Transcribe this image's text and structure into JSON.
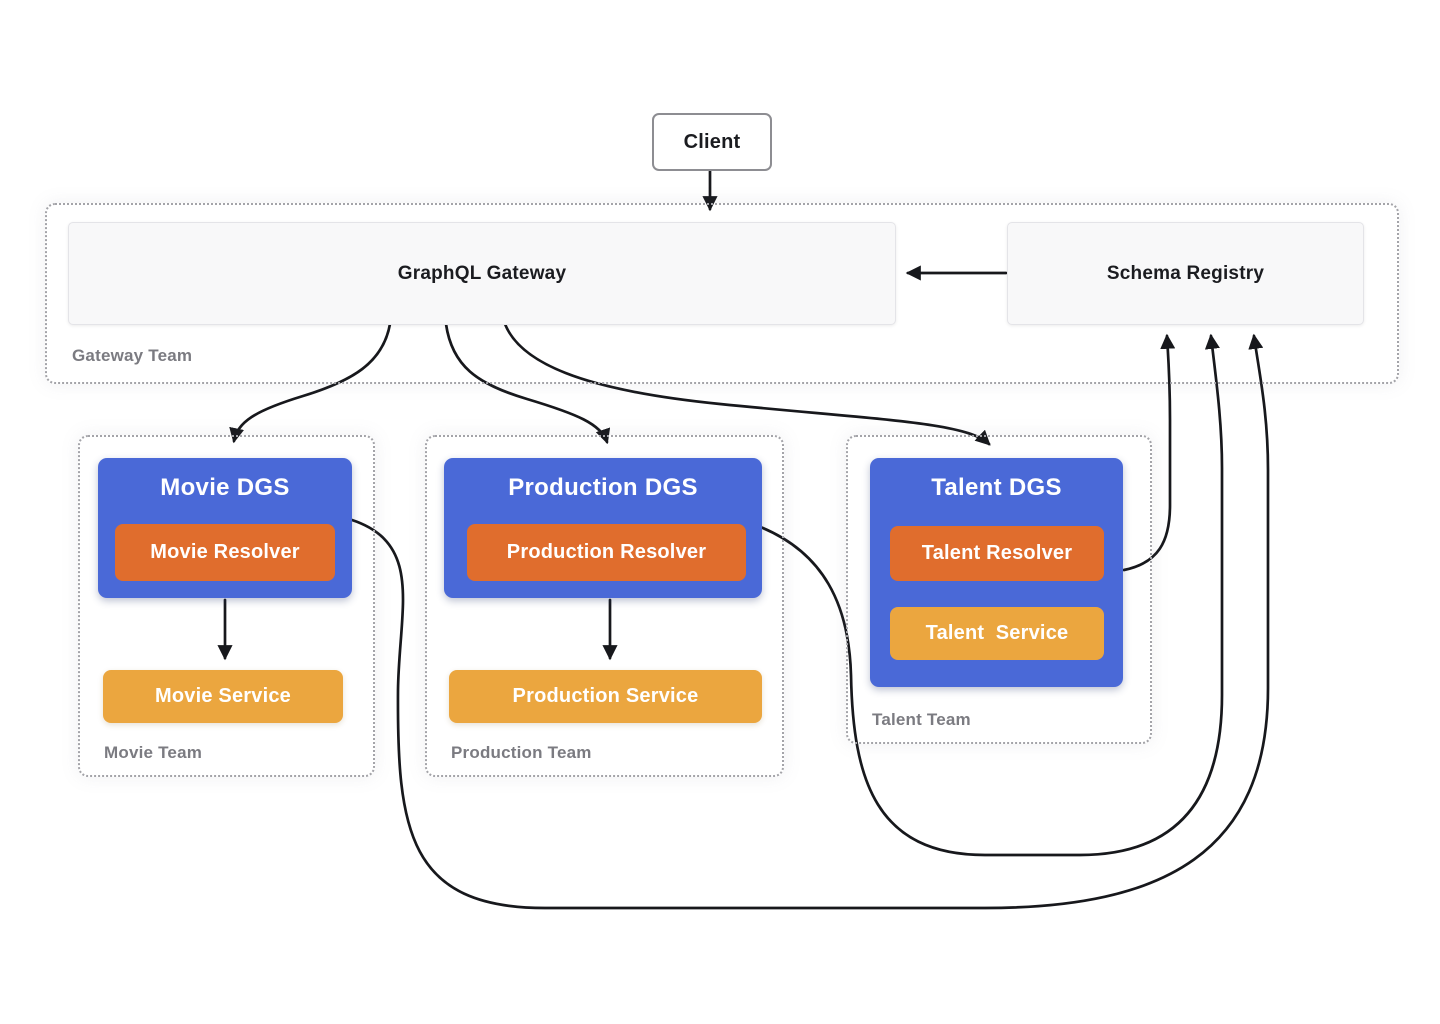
{
  "title": "GraphQL federated architecture diagram",
  "colors": {
    "dgs_blue": "#4a69d7",
    "resolver_orange": "#e06d2d",
    "service_yellow": "#eba63f",
    "node_gray_bg": "#f8f8f9",
    "node_border": "#e4e4e8",
    "team_label_gray": "#7b7b81",
    "dotted_border": "#a4a4a9",
    "edge_black": "#17181c"
  },
  "nodes": {
    "client": {
      "label": "Client"
    },
    "gateway": {
      "label": "GraphQL Gateway"
    },
    "schema_registry": {
      "label": "Schema Registry"
    },
    "movie_dgs": {
      "label": "Movie DGS"
    },
    "movie_resolver": {
      "label": "Movie Resolver"
    },
    "movie_service": {
      "label": "Movie Service"
    },
    "production_dgs": {
      "label": "Production DGS"
    },
    "production_resolver": {
      "label": "Production Resolver"
    },
    "production_service": {
      "label": "Production Service"
    },
    "talent_dgs": {
      "label": "Talent DGS"
    },
    "talent_resolver": {
      "label": "Talent Resolver"
    },
    "talent_service": {
      "label": "Talent  Service"
    }
  },
  "teams": {
    "gateway_team": {
      "label": "Gateway Team"
    },
    "movie_team": {
      "label": "Movie Team"
    },
    "production_team": {
      "label": "Production Team"
    },
    "talent_team": {
      "label": "Talent Team"
    }
  },
  "edges": [
    {
      "from": "Client",
      "to": "GraphQL Gateway"
    },
    {
      "from": "Schema Registry",
      "to": "GraphQL Gateway"
    },
    {
      "from": "GraphQL Gateway",
      "to": "Movie DGS"
    },
    {
      "from": "GraphQL Gateway",
      "to": "Production DGS"
    },
    {
      "from": "GraphQL Gateway",
      "to": "Talent DGS"
    },
    {
      "from": "Movie DGS",
      "to": "Movie Service"
    },
    {
      "from": "Production DGS",
      "to": "Production Service"
    },
    {
      "from": "Movie DGS",
      "to": "Schema Registry"
    },
    {
      "from": "Production DGS",
      "to": "Schema Registry"
    },
    {
      "from": "Talent DGS",
      "to": "Schema Registry"
    }
  ]
}
